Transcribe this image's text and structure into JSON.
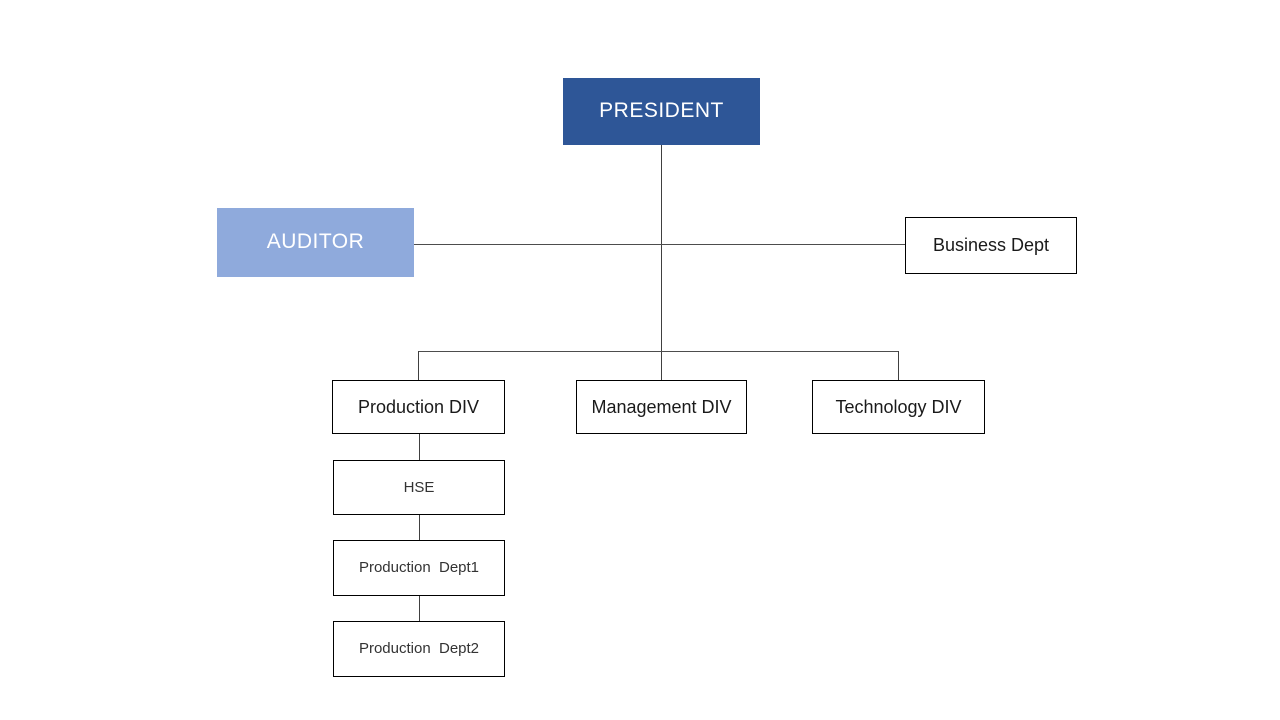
{
  "diagram": {
    "type": "org-chart",
    "nodes": {
      "president": {
        "label": "PRESIDENT",
        "fill": "#2E5697",
        "text_color": "#FFFFFF"
      },
      "auditor": {
        "label": "AUDITOR",
        "fill": "#8FAADC",
        "text_color": "#FFFFFF"
      },
      "business_dept": {
        "label": "Business Dept",
        "fill": "#FFFFFF",
        "text_color": "#1A1A1A"
      },
      "production_div": {
        "label": "Production DIV",
        "fill": "#FFFFFF",
        "text_color": "#1A1A1A"
      },
      "management_div": {
        "label": "Management DIV",
        "fill": "#FFFFFF",
        "text_color": "#1A1A1A"
      },
      "technology_div": {
        "label": "Technology DIV",
        "fill": "#FFFFFF",
        "text_color": "#1A1A1A"
      },
      "hse": {
        "label": "HSE",
        "fill": "#FFFFFF",
        "text_color": "#333333"
      },
      "production_dept1": {
        "label": "Production  Dept1",
        "fill": "#FFFFFF",
        "text_color": "#333333"
      },
      "production_dept2": {
        "label": "Production  Dept2",
        "fill": "#FFFFFF",
        "text_color": "#333333"
      }
    },
    "edges": [
      {
        "from": "president",
        "to": "production_div"
      },
      {
        "from": "president",
        "to": "management_div"
      },
      {
        "from": "president",
        "to": "technology_div"
      },
      {
        "from": "auditor",
        "to": "president_trunk"
      },
      {
        "from": "business_dept",
        "to": "president_trunk"
      },
      {
        "from": "production_div",
        "to": "hse"
      },
      {
        "from": "hse",
        "to": "production_dept1"
      },
      {
        "from": "production_dept1",
        "to": "production_dept2"
      }
    ],
    "colors": {
      "president_fill": "#2E5697",
      "auditor_fill": "#8FAADC",
      "node_border": "#000000",
      "connector_line": "#404040",
      "background": "#FFFFFF"
    }
  }
}
